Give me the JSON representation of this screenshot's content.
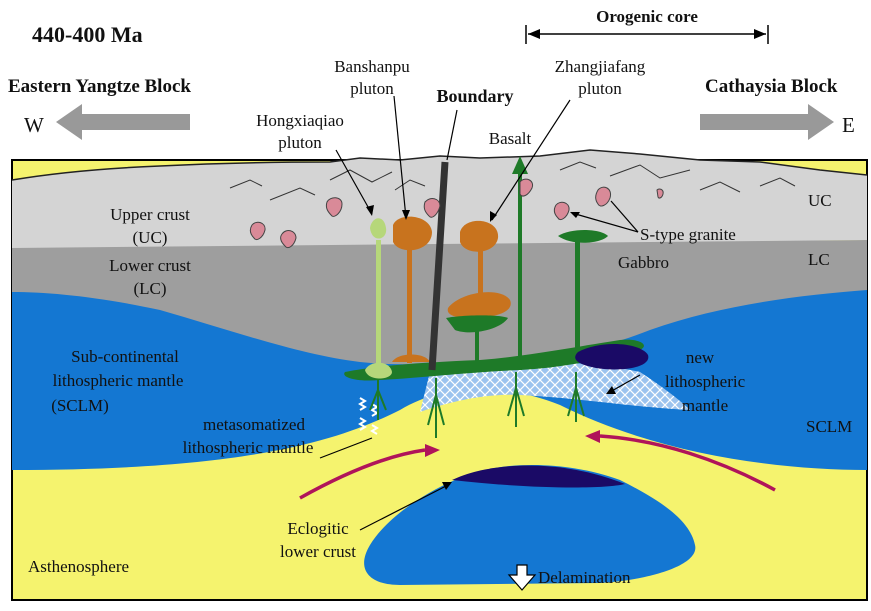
{
  "title": "440-400 Ma",
  "blocks": {
    "west_name": "Eastern Yangtze Block",
    "west_dir": "W",
    "east_name": "Cathaysia Block",
    "east_dir": "E"
  },
  "orogenic_core": "Orogenic core",
  "boundary": "Boundary",
  "plutons": {
    "banshanpu": [
      "Banshanpu",
      "pluton"
    ],
    "hongxiaqiao": [
      "Hongxiaqiao",
      "pluton"
    ],
    "zhangjiafang": [
      "Zhangjiafang",
      "pluton"
    ]
  },
  "basalt": "Basalt",
  "s_type_granite": "S-type granite",
  "gabbro": "Gabbro",
  "layers": {
    "upper_crust": [
      "Upper crust",
      "(UC)"
    ],
    "lower_crust": [
      "Lower crust",
      "(LC)"
    ],
    "sclm": [
      "Sub-continental",
      "lithospheric mantle",
      "(SCLM)"
    ],
    "uc_short": "UC",
    "lc_short": "LC",
    "sclm_short": "SCLM",
    "asthenosphere": "Asthenosphere"
  },
  "metasomatized": [
    "metasomatized",
    "lithospheric mantle"
  ],
  "new_mantle": [
    "new",
    "lithospheric",
    "mantle"
  ],
  "eclogitic": [
    "Eclogitic",
    "lower crust"
  ],
  "delamination": "Delamination",
  "colors": {
    "upper_crust": "#d4d4d4",
    "lower_crust": "#9e9e9e",
    "sclm": "#1477d2",
    "asthenosphere": "#f5f36e",
    "eclogite_dark": "#1a0a66",
    "gabbro_green": "#1e7a28",
    "pluton_orange": "#c8731e",
    "hongxiaqiao_green": "#b6d77a",
    "granite_pink": "#d98a98",
    "arrow_magenta": "#b0145a",
    "arrow_grey": "#999999"
  }
}
